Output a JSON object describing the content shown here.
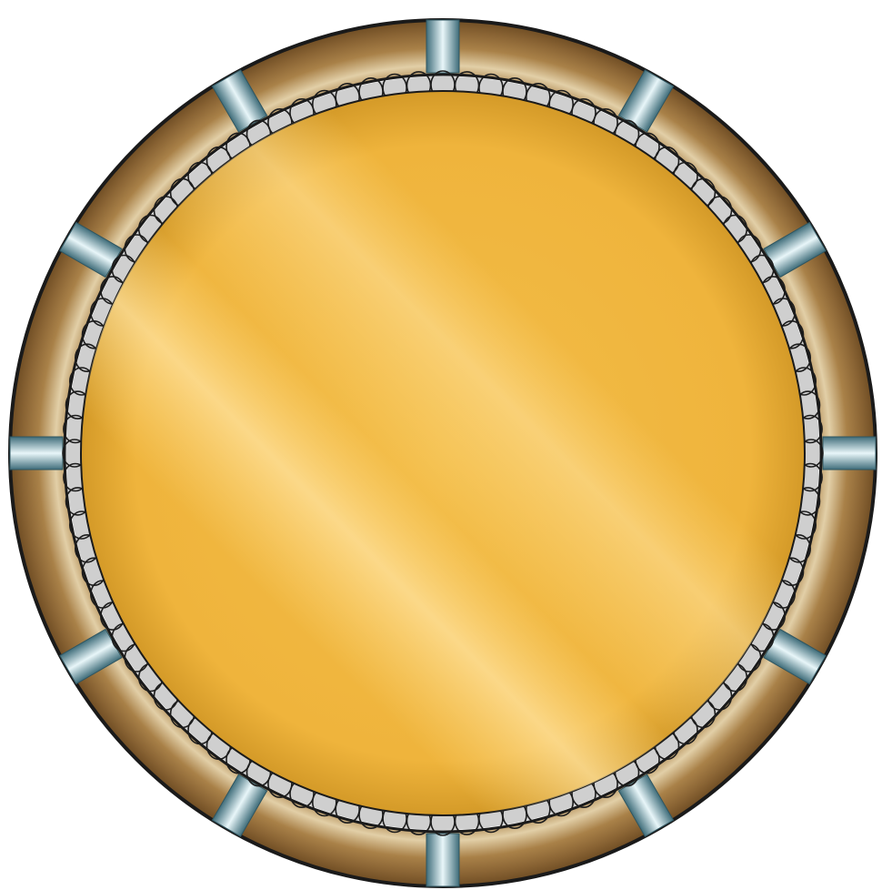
{
  "colors": {
    "background": "#ffffff",
    "outline": "#1a1a1a",
    "rim_dark": "#7e5a2c",
    "rim_mid": "#a98148",
    "rim_light": "#e2cfa7",
    "clip_dark": "#3f6d7a",
    "clip_mid": "#79aab7",
    "clip_light": "#e8f6f9",
    "mat_edge": "#d99c26",
    "mat_base": "#f1b83e",
    "mat_highlight": "#ffdc86",
    "spring": "#1c1c1c"
  },
  "objects": {
    "frame": {
      "icon": "circular-frame"
    },
    "clips": {
      "icon": "frame-clip",
      "count": 12
    },
    "springs": {
      "icon": "coil-spring"
    },
    "mat": {
      "icon": "circular-mat"
    }
  }
}
